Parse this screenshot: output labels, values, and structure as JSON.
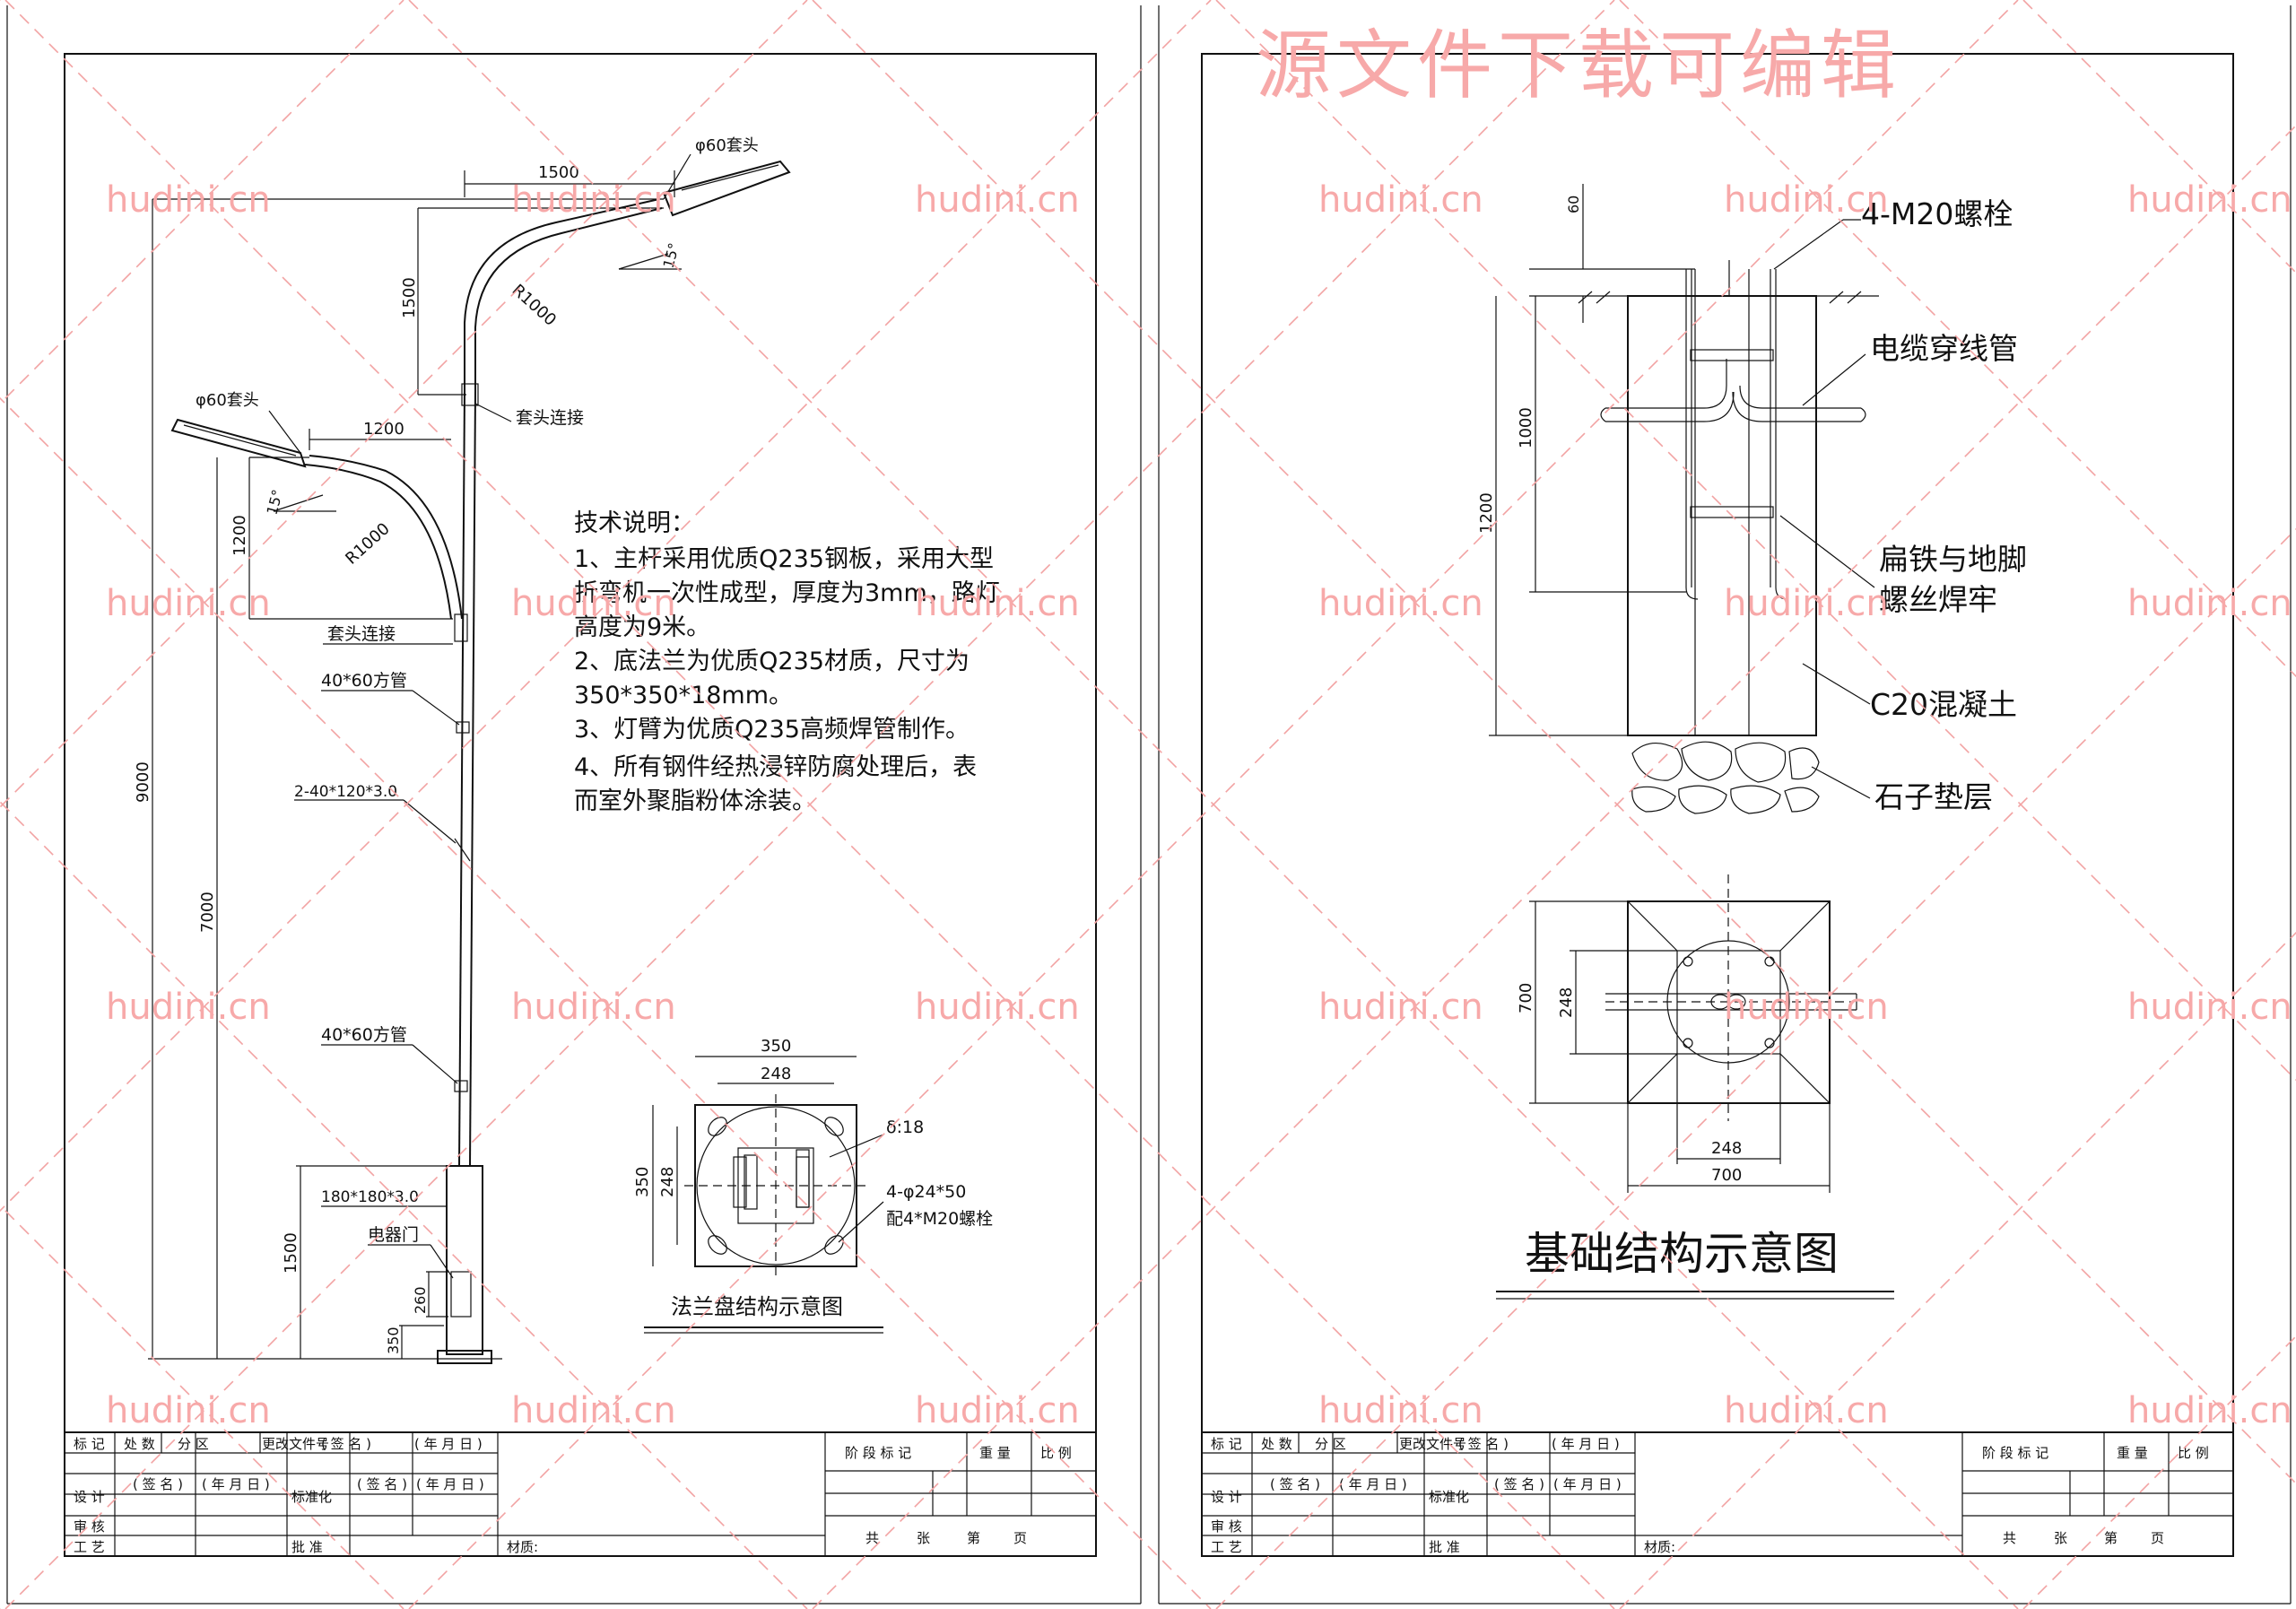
{
  "watermark": {
    "site": "hudini.cn",
    "banner": "源文件下载可编辑"
  },
  "pole_drawing": {
    "dims": {
      "upper_arm_len": "1500",
      "upper_arm_rise": "1500",
      "lower_arm_len": "1200",
      "lower_arm_rise": "1200",
      "total_height": "9000",
      "lower_height": "7000",
      "base_section": "1500",
      "door_h": "260",
      "base_h": "350"
    },
    "labels": {
      "upper_socket": "φ60套头",
      "lower_socket": "φ60套头",
      "upper_radius": "R1000",
      "lower_radius": "R1000",
      "upper_angle": "15°",
      "lower_angle": "15°",
      "upper_joint": "套头连接",
      "lower_joint": "套头连接",
      "square_tube_1": "40*60方管",
      "rib_plate": "2-40*120*3.0",
      "square_tube_2": "40*60方管",
      "base_tube": "180*180*3.0",
      "door": "电器门"
    }
  },
  "tech_notes": {
    "title": "技术说明：",
    "lines": [
      "1、主杆采用优质Q235钢板，采用大型",
      "折弯机一次性成型，厚度为3mm，路灯",
      "高度为9米。",
      "2、底法兰为优质Q235材质，尺寸为",
      "350*350*18mm。",
      "3、灯臂为优质Q235高频焊管制作。",
      "4、所有钢件经热浸锌防腐处理后，表",
      "而室外聚脂粉体涂装。"
    ]
  },
  "flange": {
    "outer": "350",
    "inner": "248",
    "side_outer": "350",
    "side_inner": "248",
    "thickness": "δ:18",
    "holes": "4-φ24*50",
    "bolts": "配4*M20螺栓",
    "caption": "法兰盘结构示意图"
  },
  "foundation": {
    "labels": {
      "bolt": "4-M20螺栓",
      "cable": "电缆穿线管",
      "flat_iron_1": "扁铁与地脚",
      "flat_iron_2": "螺丝焊牢",
      "concrete": "C20混凝土",
      "gravel": "石子垫层"
    },
    "dims": {
      "top": "60",
      "inner": "1000",
      "outer": "1200",
      "plan_outer": "700",
      "plan_inner": "248",
      "bottom_inner": "248",
      "bottom_outer": "700"
    },
    "caption": "基础结构示意图"
  },
  "title_block": {
    "r1": [
      "标 记",
      "处 数",
      "分 区",
      "更改文件号",
      "( 签 名 )",
      "( 年 月 日 )"
    ],
    "r2": [
      "设 计",
      "( 签 名 )",
      "( 年 月 日 )",
      "标准化",
      "( 签 名 )",
      "( 年 月 日 )"
    ],
    "r3": [
      "审 核"
    ],
    "r4": [
      "工 艺",
      "批 准"
    ],
    "material": "材质:",
    "stage_head": [
      "阶 段 标 记",
      "重 量",
      "比 例"
    ],
    "sheet": [
      "共",
      "张",
      "第",
      "页"
    ]
  }
}
